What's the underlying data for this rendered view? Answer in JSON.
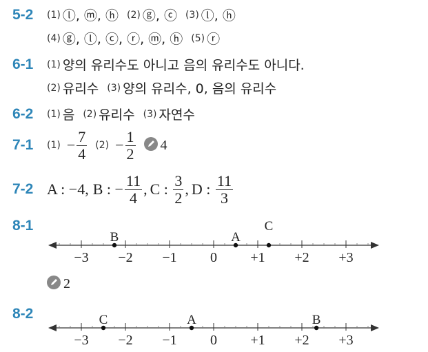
{
  "p52": {
    "num": "5-2",
    "line1": [
      {
        "label": "(1)",
        "value": "ⓛ, ⓜ, ⓗ"
      },
      {
        "label": "(2)",
        "value": "ⓖ, ⓒ"
      },
      {
        "label": "(3)",
        "value": "ⓛ, ⓗ"
      }
    ],
    "line2": [
      {
        "label": "(4)",
        "value": "ⓖ, ⓛ, ⓒ, ⓡ, ⓜ, ⓗ"
      },
      {
        "label": "(5)",
        "value": "ⓡ"
      }
    ]
  },
  "p61": {
    "num": "6-1",
    "line1": [
      {
        "label": "(1)",
        "value": "양의 유리수도 아니고 음의 유리수도 아니다."
      }
    ],
    "line2": [
      {
        "label": "(2)",
        "value": "유리수"
      },
      {
        "label": "(3)",
        "value": "양의 유리수, 0, 음의 유리수"
      }
    ]
  },
  "p62": {
    "num": "6-2",
    "items": [
      {
        "label": "(1)",
        "value": "음"
      },
      {
        "label": "(2)",
        "value": "유리수"
      },
      {
        "label": "(3)",
        "value": "자연수"
      }
    ]
  },
  "p71": {
    "num": "7-1",
    "item1": {
      "label": "(1)",
      "sign": "−",
      "num": "7",
      "den": "4"
    },
    "item2": {
      "label": "(2)",
      "sign": "−",
      "num": "1",
      "den": "2"
    },
    "pencil_value": "4"
  },
  "p72": {
    "num": "7-2",
    "a_label": "A : ",
    "a_value": "−4,",
    "b_label": "B : ",
    "b_sign": "−",
    "b_num": "11",
    "b_den": "4",
    "b_comma": ",",
    "c_label": "C : ",
    "c_num": "3",
    "c_den": "2",
    "c_comma": ",",
    "d_label": "D : ",
    "d_num": "11",
    "d_den": "3"
  },
  "p81": {
    "num": "8-1",
    "ticks": [
      "−3",
      "−2",
      "−1",
      "0",
      "+1",
      "+2",
      "+3"
    ],
    "points": [
      {
        "name": "B",
        "value": -2.25
      },
      {
        "name": "A",
        "value": 0.5
      },
      {
        "name": "C",
        "value": 1.25
      }
    ],
    "pencil_value": "2"
  },
  "p82": {
    "num": "8-2",
    "ticks": [
      "−3",
      "−2",
      "−1",
      "0",
      "+1",
      "+2",
      "+3"
    ],
    "points": [
      {
        "name": "C",
        "value": -2.5
      },
      {
        "name": "A",
        "value": -0.5
      },
      {
        "name": "B",
        "value": 2.33
      }
    ]
  }
}
